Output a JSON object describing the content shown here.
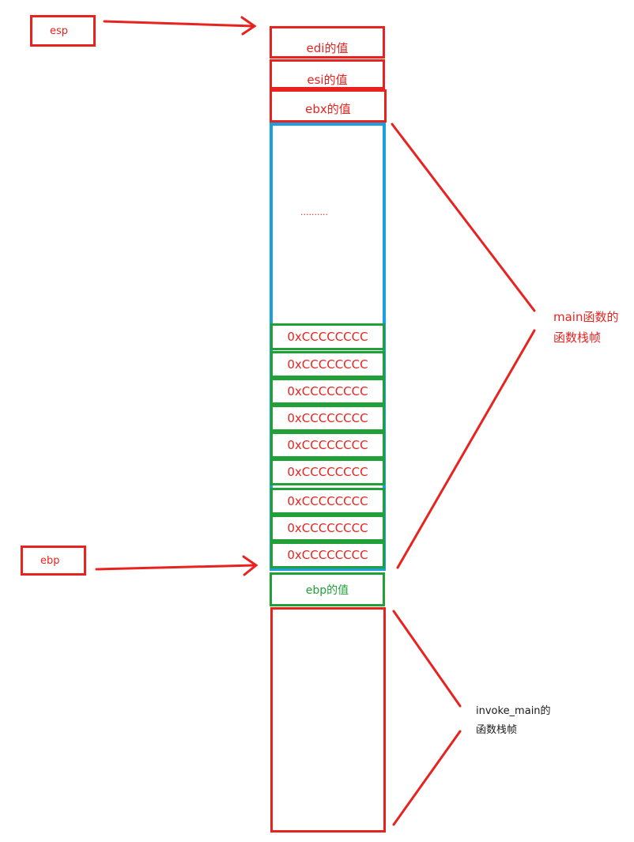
{
  "pointers": {
    "esp": "esp",
    "ebp": "ebp"
  },
  "stack": {
    "edi": "edi的值",
    "esi": "esi的值",
    "ebx": "ebx的值",
    "ellipsis": "..........",
    "cc_cells": [
      "0xCCCCCCCC",
      "0xCCCCCCCC",
      "0xCCCCCCCC",
      "0xCCCCCCCC",
      "0xCCCCCCCC",
      "0xCCCCCCCC",
      "0xCCCCCCCC",
      "0xCCCCCCCC",
      "0xCCCCCCCC"
    ],
    "ebp_value": "ebp的值"
  },
  "annotations": {
    "main_line1": "main函数的",
    "main_line2": "函数栈帧",
    "invoke_line1": "invoke_main的",
    "invoke_line2": "函数栈帧"
  },
  "colors": {
    "red": "#e8231f",
    "green": "#21a038",
    "blue": "#1a9fe0",
    "black": "#1a1a1a"
  }
}
